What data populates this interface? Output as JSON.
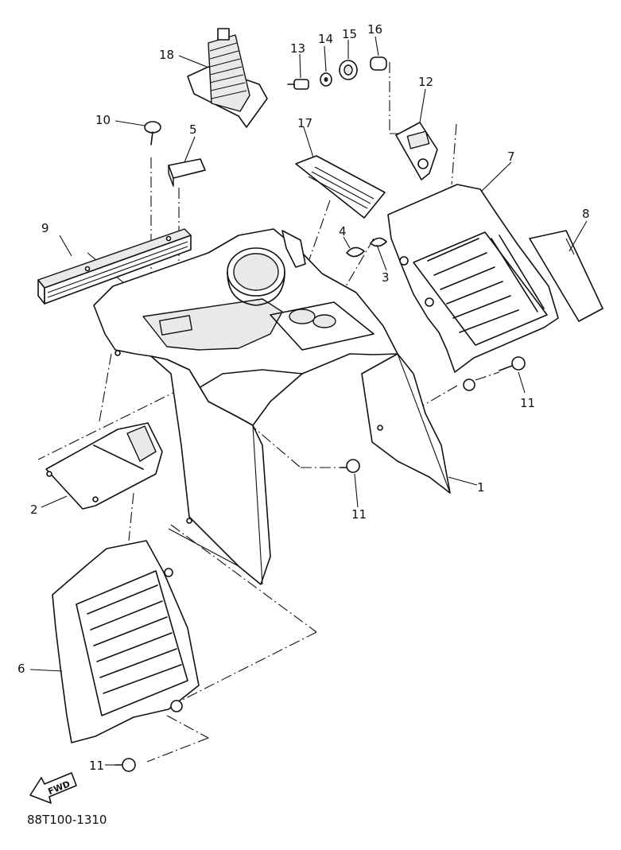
{
  "diagram": {
    "part_code": "88T100-1310",
    "direction_label": "FWD",
    "callouts": [
      {
        "id": "1",
        "label": "1"
      },
      {
        "id": "2",
        "label": "2"
      },
      {
        "id": "3",
        "label": "3"
      },
      {
        "id": "4",
        "label": "4"
      },
      {
        "id": "5",
        "label": "5"
      },
      {
        "id": "6",
        "label": "6"
      },
      {
        "id": "7",
        "label": "7"
      },
      {
        "id": "8",
        "label": "8"
      },
      {
        "id": "9",
        "label": "9"
      },
      {
        "id": "10",
        "label": "10"
      },
      {
        "id": "11a",
        "label": "11"
      },
      {
        "id": "11b",
        "label": "11"
      },
      {
        "id": "11c",
        "label": "11"
      },
      {
        "id": "12",
        "label": "12"
      },
      {
        "id": "13",
        "label": "13"
      },
      {
        "id": "14",
        "label": "14"
      },
      {
        "id": "15",
        "label": "15"
      },
      {
        "id": "16",
        "label": "16"
      },
      {
        "id": "17",
        "label": "17"
      },
      {
        "id": "18",
        "label": "18"
      }
    ]
  }
}
